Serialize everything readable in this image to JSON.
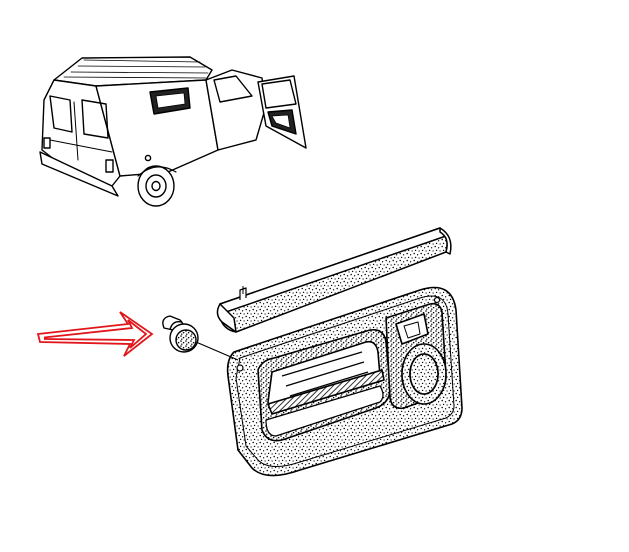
{
  "figure": {
    "background": "#ffffff",
    "line_color": "#000000",
    "arrow_color": "#e0161b",
    "parts": [
      {
        "name": "van-overview",
        "icon": "van-with-open-door-icon"
      },
      {
        "name": "door-trim-upper-strip",
        "icon": "trim-strip-icon"
      },
      {
        "name": "door-trim-panel",
        "icon": "door-panel-icon"
      },
      {
        "name": "trim-clip",
        "icon": "push-clip-icon"
      }
    ],
    "callout": {
      "icon": "red-outline-arrow-icon",
      "points_to": "trim-clip"
    }
  }
}
